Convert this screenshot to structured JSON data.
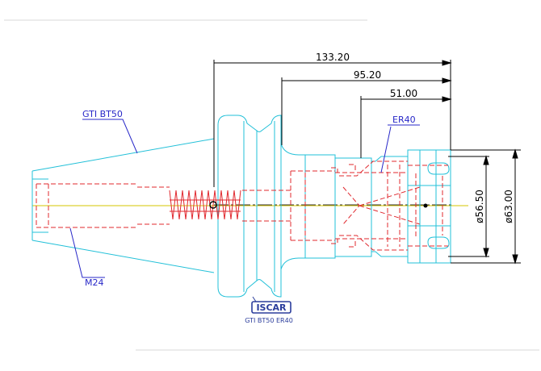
{
  "labels": {
    "gti_bt50": "GTI BT50",
    "m24": "M24",
    "er40": "ER40",
    "caption": "GTI BT50 ER40"
  },
  "dimensions": {
    "overall": "133.20",
    "mid": "95.20",
    "nose": "51.00",
    "d_outer": "ø63.00",
    "d_inner": "ø56.50"
  },
  "logo_text": "ISCAR",
  "colors": {
    "outline": "#22c0d8",
    "hidden": "#e0282e",
    "dimension": "#000000",
    "leader": "#2828c8",
    "centerline": "#d4c400",
    "logo": "#2b3d9c"
  }
}
